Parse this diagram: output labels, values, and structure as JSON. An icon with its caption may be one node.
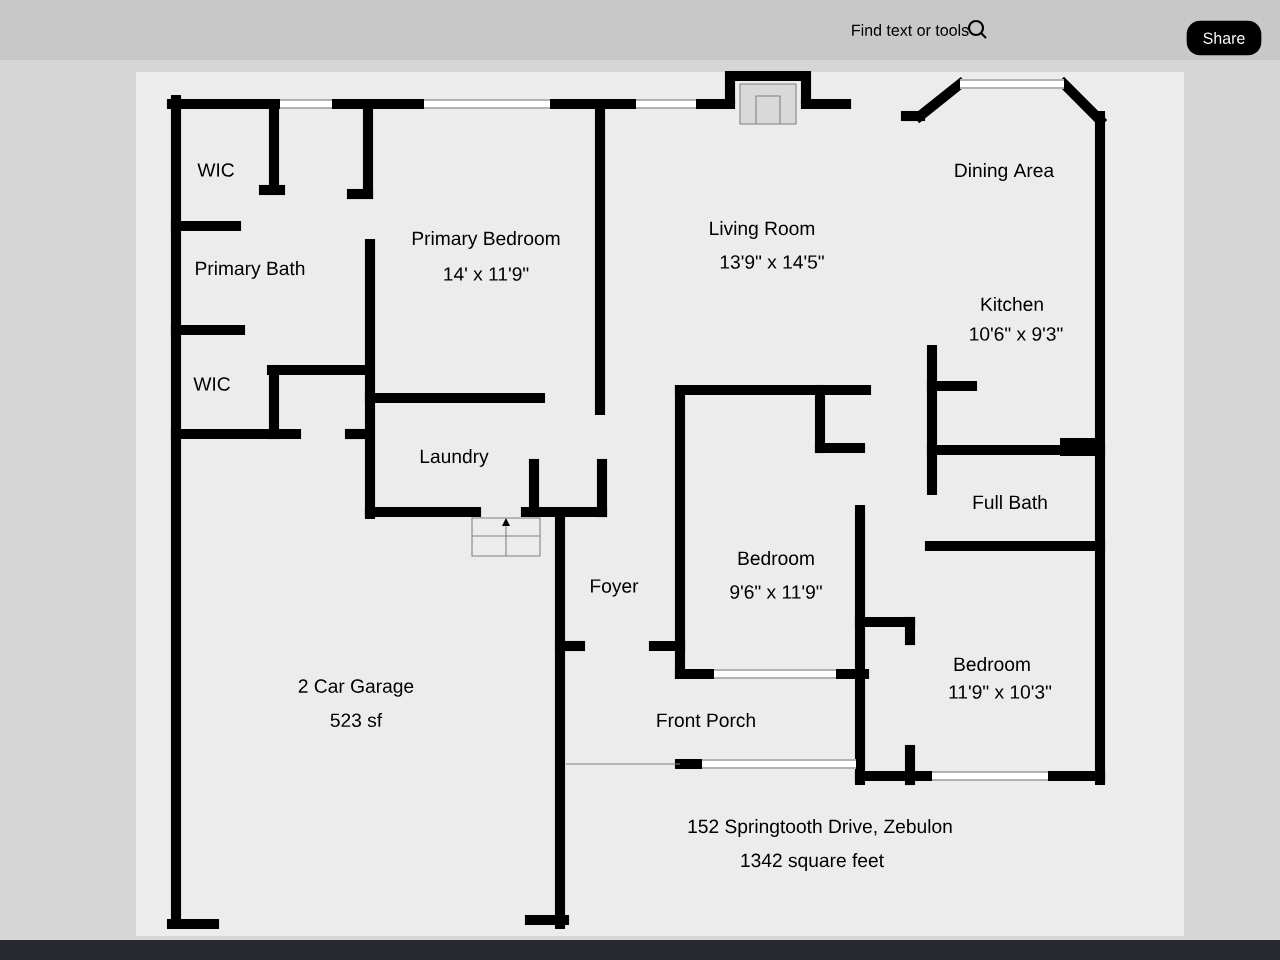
{
  "diagram": {
    "labels": [
      "WIC",
      "Primary Bath",
      "WIC",
      "Primary Bedroom",
      "14' x 11'9\"",
      "Laundry",
      "Living Room",
      "13'9\" x 14'5\"",
      "Dining Area",
      "Kitchen",
      "10'6\" x 9'3\"",
      "Full Bath",
      "Foyer",
      "Bedroom",
      "9'6\" x 11'9\"",
      "2 Car Garage",
      "523 sf",
      "Bedroom",
      "11'9\" x 10'3\"",
      "Front Porch",
      "152 Springtooth Drive, Zebulon",
      "1342 square feet",
      "Find text or tools",
      "Share"
    ]
  }
}
